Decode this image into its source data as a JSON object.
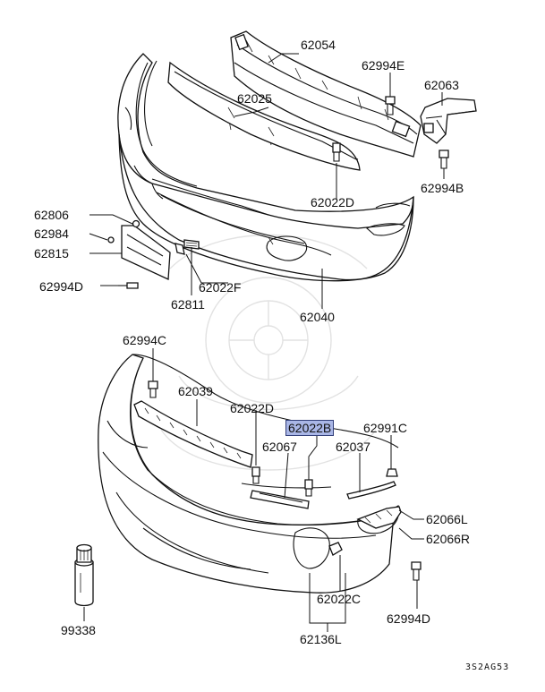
{
  "diagram": {
    "code": "3S2AG53",
    "highlighted_part": "62022B",
    "highlight_color": "#a9b6e6",
    "parts": [
      {
        "id": "p62054",
        "number": "62054"
      },
      {
        "id": "p62994E",
        "number": "62994E"
      },
      {
        "id": "p62063",
        "number": "62063"
      },
      {
        "id": "p62025",
        "number": "62025"
      },
      {
        "id": "p62022D_top",
        "number": "62022D"
      },
      {
        "id": "p62994B",
        "number": "62994B"
      },
      {
        "id": "p62806",
        "number": "62806"
      },
      {
        "id": "p62984",
        "number": "62984"
      },
      {
        "id": "p62815",
        "number": "62815"
      },
      {
        "id": "p62994D_left",
        "number": "62994D"
      },
      {
        "id": "p62022F",
        "number": "62022F"
      },
      {
        "id": "p62811",
        "number": "62811"
      },
      {
        "id": "p62040",
        "number": "62040"
      },
      {
        "id": "p62994C",
        "number": "62994C"
      },
      {
        "id": "p62039",
        "number": "62039"
      },
      {
        "id": "p62022D_mid",
        "number": "62022D"
      },
      {
        "id": "p62022B",
        "number": "62022B"
      },
      {
        "id": "p62991C",
        "number": "62991C"
      },
      {
        "id": "p62067",
        "number": "62067"
      },
      {
        "id": "p62037",
        "number": "62037"
      },
      {
        "id": "p62066L",
        "number": "62066L"
      },
      {
        "id": "p62066R",
        "number": "62066R"
      },
      {
        "id": "p62022C",
        "number": "62022C"
      },
      {
        "id": "p62994D_right",
        "number": "62994D"
      },
      {
        "id": "p99338",
        "number": "99338"
      },
      {
        "id": "p62136L",
        "number": "62136L"
      }
    ]
  }
}
